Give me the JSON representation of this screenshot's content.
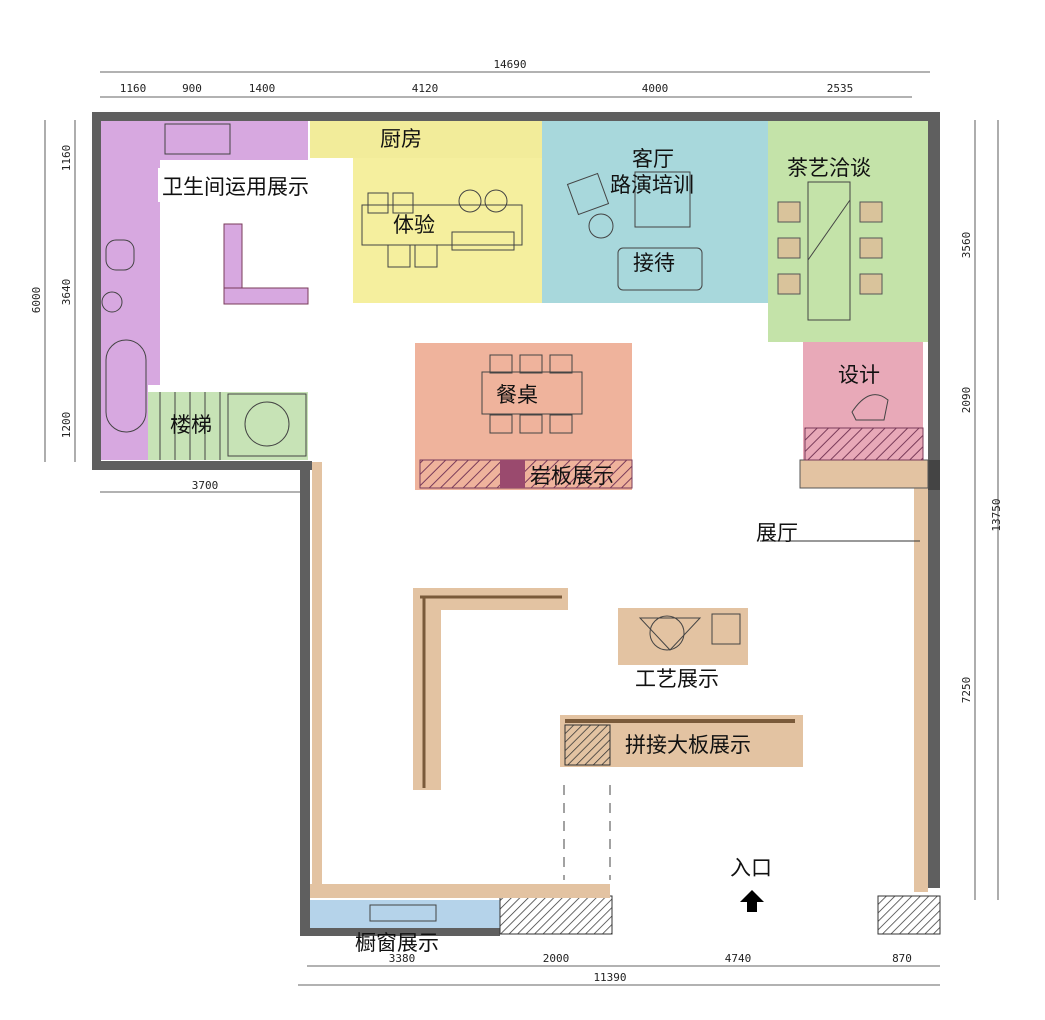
{
  "zones": {
    "bathroom": "卫生间运用展示",
    "kitchen": "厨房",
    "experience": "体验",
    "living": "客厅",
    "roadshow": "路演培训",
    "reception": "接待",
    "tea": "茶艺洽谈",
    "design": "设计",
    "dining": "餐桌",
    "slab": "岩板展示",
    "stairs": "楼梯",
    "hall": "展厅",
    "craft": "工艺展示",
    "panel": "拼接大板展示",
    "window": "橱窗展示",
    "entrance": "入口"
  },
  "dimensions": {
    "top_total": "14690",
    "top": [
      "1160",
      "900",
      "1400",
      "4120",
      "4000",
      "2535"
    ],
    "left": [
      "1160",
      "3640",
      "1200"
    ],
    "left_total": "6000",
    "mid": "3700",
    "right": [
      "3560",
      "2090",
      "7250"
    ],
    "right_total": "13750",
    "bottom": [
      "3380",
      "2000",
      "4740",
      "870"
    ],
    "bottom_total": "11390"
  },
  "colors": {
    "bathroom": "#d7a8e0",
    "kitchen": "#f2ec9a",
    "experience": "#f5ef9e",
    "living": "#a8d8dc",
    "tea": "#c4e3a9",
    "design": "#e8a9b8",
    "dining": "#efb39c",
    "stairs": "#c7e3b6",
    "window": "#b5d3ea",
    "wood": "#e3c3a2",
    "wall": "#5f5f5f"
  }
}
